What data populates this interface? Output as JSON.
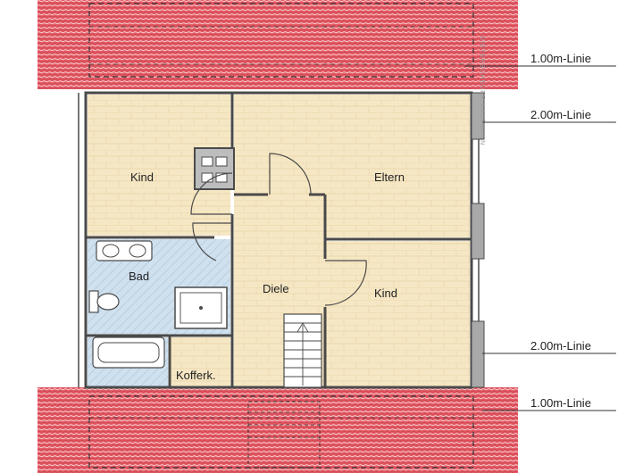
{
  "floor_plan": {
    "rooms": {
      "kind_top": "Kind",
      "eltern": "Eltern",
      "bad": "Bad",
      "diele": "Diele",
      "kind_bottom": "Kind",
      "kofferk": "Kofferk."
    },
    "height_lines": {
      "top_1m": "1.00m-Linie",
      "top_2m": "2.00m-Linie",
      "bottom_2m": "2.00m-Linie",
      "bottom_1m": "1.00m-Linie"
    },
    "watermark": "DIETERSCHEUER KAUFMANN",
    "colors": {
      "roof_red": "#e35a64",
      "wood_floor": "#f6e7c4",
      "tile_blue": "#cfe0ee",
      "wall": "#4a4a4a"
    }
  }
}
